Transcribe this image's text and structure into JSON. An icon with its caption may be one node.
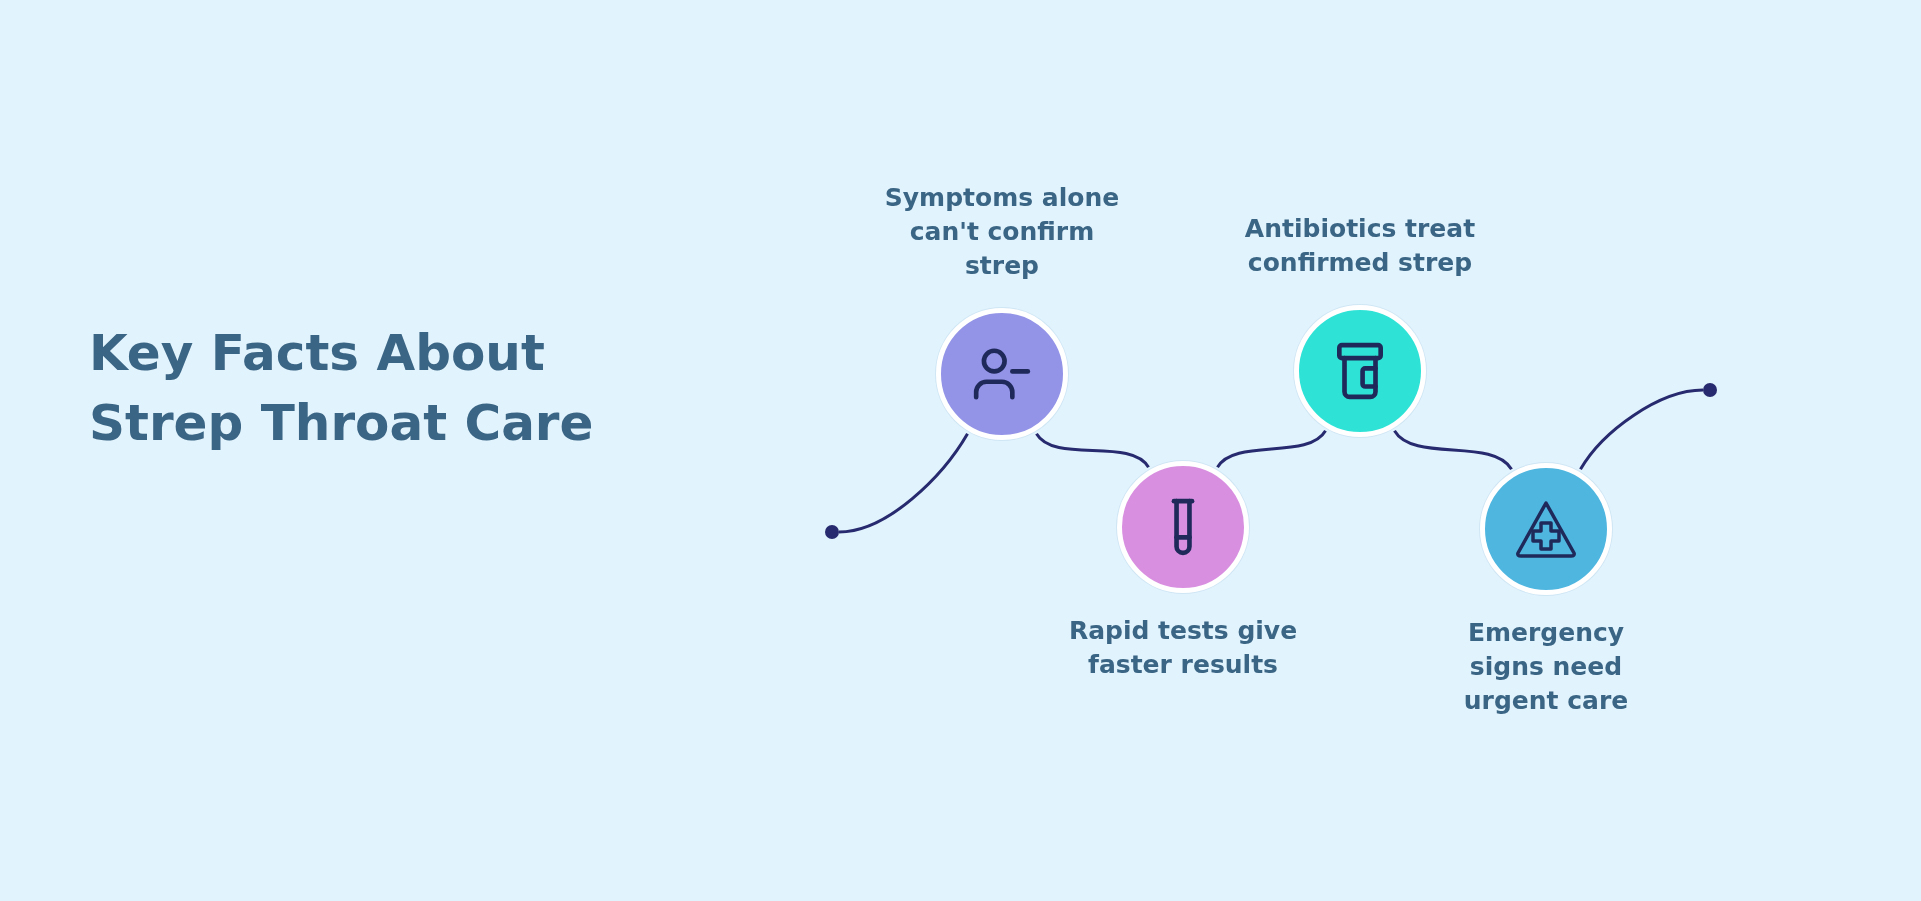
{
  "diagram": {
    "title": "Key Facts About Strep Throat Care",
    "nodes": [
      {
        "text": [],
        "shape": "circle"
      },
      {
        "text": [
          "Symptoms alone can't confirm strep"
        ]
      },
      {
        "text": [
          "Rapid tests give faster results"
        ]
      },
      {
        "text": [
          "Antibiotics treat confirmed strep"
        ]
      },
      {
        "text": [
          "Emergency signs need urgent care"
        ]
      },
      {
        "text": [],
        "shape": "circle"
      }
    ],
    "edges": [
      {
        "from": 0,
        "to": 1,
        "arrow": "none"
      },
      {
        "from": 1,
        "to": 2,
        "arrow": "none"
      },
      {
        "from": 2,
        "to": 3,
        "arrow": "none"
      },
      {
        "from": 3,
        "to": 4,
        "arrow": "none"
      },
      {
        "from": 4,
        "to": 5,
        "arrow": "none"
      }
    ]
  }
}
